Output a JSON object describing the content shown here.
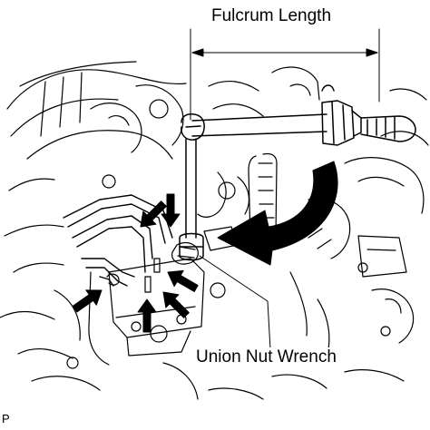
{
  "labels": {
    "fulcrum_length": "Fulcrum Length",
    "union_nut_wrench": "Union Nut Wrench",
    "figure_code": "P"
  },
  "colors": {
    "line": "#000000",
    "background": "#ffffff"
  }
}
